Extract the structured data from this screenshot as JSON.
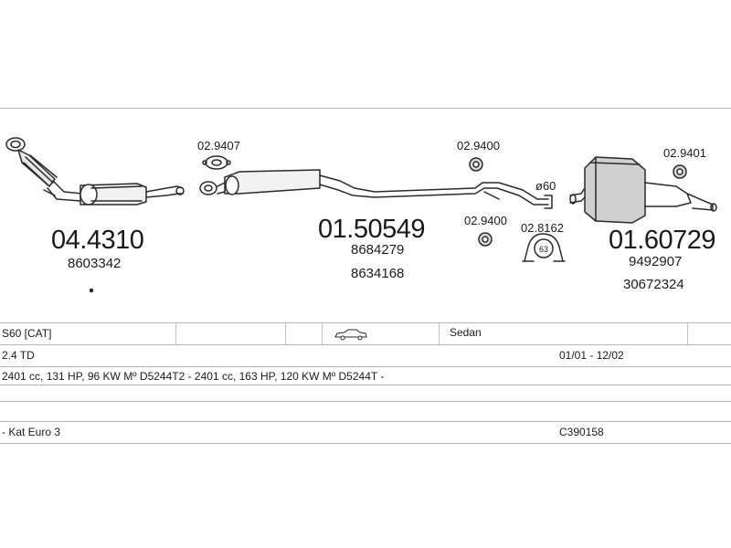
{
  "parts": {
    "catalyst": {
      "number": "04.4310",
      "refs": [
        "8603342"
      ]
    },
    "gasket_front": {
      "number": "02.9407"
    },
    "hanger_mid_top": {
      "number": "02.9400"
    },
    "hanger_mid_bottom": {
      "number": "02.9400"
    },
    "clamp": {
      "number": "02.8162",
      "size": "63"
    },
    "diameter_label": "ø60",
    "middle_pipe": {
      "number": "01.50549",
      "refs": [
        "8684279",
        "8634168"
      ]
    },
    "hanger_rear": {
      "number": "02.9401"
    },
    "rear_silencer": {
      "number": "01.60729",
      "refs": [
        "9492907",
        "30672324"
      ]
    }
  },
  "table": {
    "model": "S60  [CAT]",
    "body_type": "Sedan",
    "engine": "2.4 TD",
    "years": "01/01 - 12/02",
    "engine_details": "2401 cc, 131 HP, 96 KW Mº D5244T2 - 2401 cc, 163 HP, 120 KW Mº D5244T -",
    "notes": "- Kat Euro 3",
    "code": "C390158"
  }
}
